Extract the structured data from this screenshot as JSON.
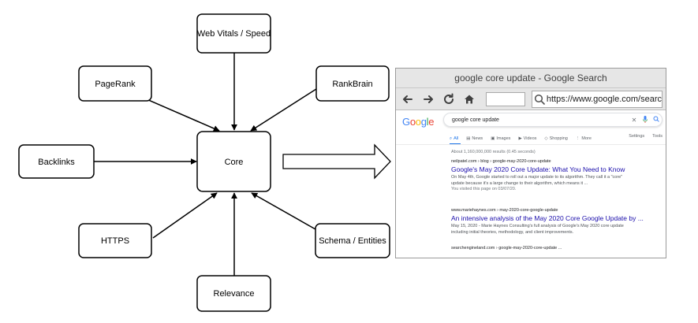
{
  "diagram": {
    "nodes": {
      "web_vitals": "Web Vitals / Speed",
      "pagerank": "PageRank",
      "rankbrain": "RankBrain",
      "backlinks": "Backlinks",
      "core": "Core",
      "https": "HTTPS",
      "schema": "Schema / Entities",
      "relevance": "Relevance"
    }
  },
  "browser": {
    "window_title": "google core update - Google Search",
    "url": "https://www.google.com/searc",
    "icons": [
      "back-arrow-icon",
      "forward-arrow-icon",
      "reload-icon",
      "home-icon",
      "search-icon"
    ]
  },
  "serp": {
    "logo": [
      "G",
      "o",
      "o",
      "g",
      "l",
      "e"
    ],
    "logo_colors": [
      "#4285F4",
      "#EA4335",
      "#FBBC05",
      "#4285F4",
      "#34A853",
      "#EA4335"
    ],
    "query": "google core update",
    "tabs": [
      "All",
      "News",
      "Images",
      "Videos",
      "Shopping",
      "More"
    ],
    "tools": [
      "Settings",
      "Tools"
    ],
    "stats": "About 1,160,000,000 results (0.45 seconds)",
    "results": [
      {
        "url": "neilpatel.com › blog › google-may-2020-core-update",
        "title": "Google's May 2020 Core Update: What You Need to Know",
        "snippet_lines": [
          "On May 4th, Google started to roll out a major update to its algorithm. They call it a \"core\"",
          "update because it's a large change to their algorithm, which means it ..."
        ],
        "visited": "You visited this page on 03/07/20."
      },
      {
        "url": "www.mariehaynes.com › may-2020-core-google-update",
        "title": "An intensive analysis of the May 2020 Core Google Update by ...",
        "snippet_lines": [
          "May 15, 2020 - Marie Haynes Consulting's full analysis of Google's May 2020 core update",
          "including initial theories, methodology, and client improvements."
        ],
        "visited": ""
      },
      {
        "url": "searchengineland.com › google-may-2020-core-update ...",
        "title": "",
        "snippet_lines": [],
        "visited": ""
      }
    ]
  },
  "colors": {
    "link_blue": "#1a0dab",
    "accent_blue": "#1a73e8",
    "chrome_gray": "#e6e6e6"
  }
}
